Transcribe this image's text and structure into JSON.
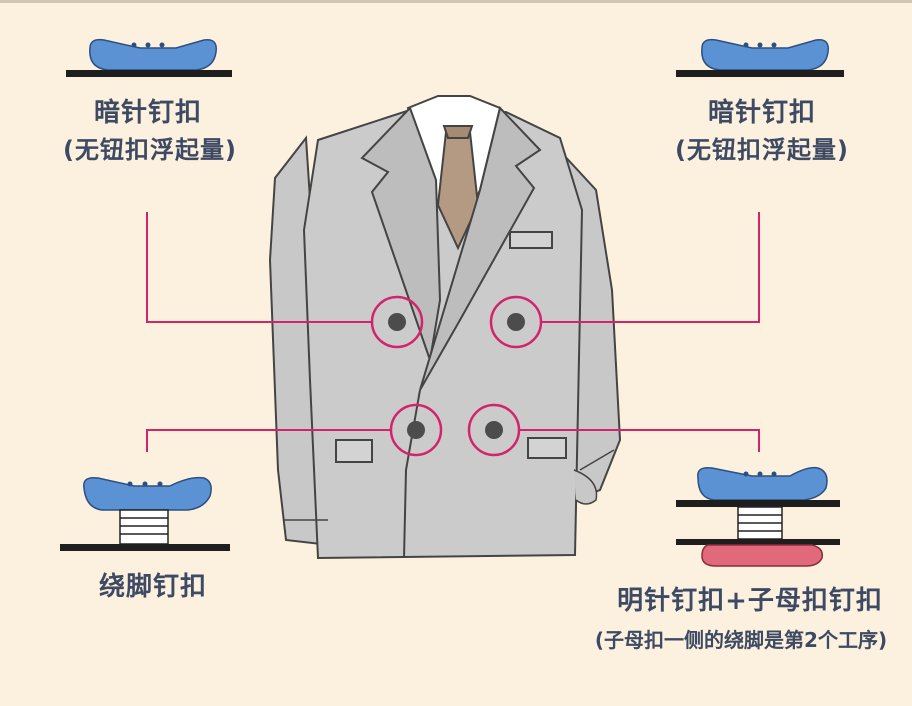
{
  "labels": {
    "top_left": {
      "title": "暗针钉扣",
      "note": "(无钮扣浮起量)"
    },
    "top_right": {
      "title": "暗针钉扣",
      "note": "(无钮扣浮起量)"
    },
    "bottom_left": {
      "title": "绕脚钉扣"
    },
    "bottom_right": {
      "title": "明针钉扣+子母扣钉扣",
      "note": "(子母扣一侧的绕脚是第2个工序)"
    }
  },
  "colors": {
    "background": "#fbf1de",
    "leader_line": "#d3246b",
    "button_blue": "#5b92d4",
    "snap_pink": "#e06a7a",
    "jacket_gray": "#c9c9c9",
    "tie_brown": "#b49a83",
    "text": "#3e4a63"
  }
}
